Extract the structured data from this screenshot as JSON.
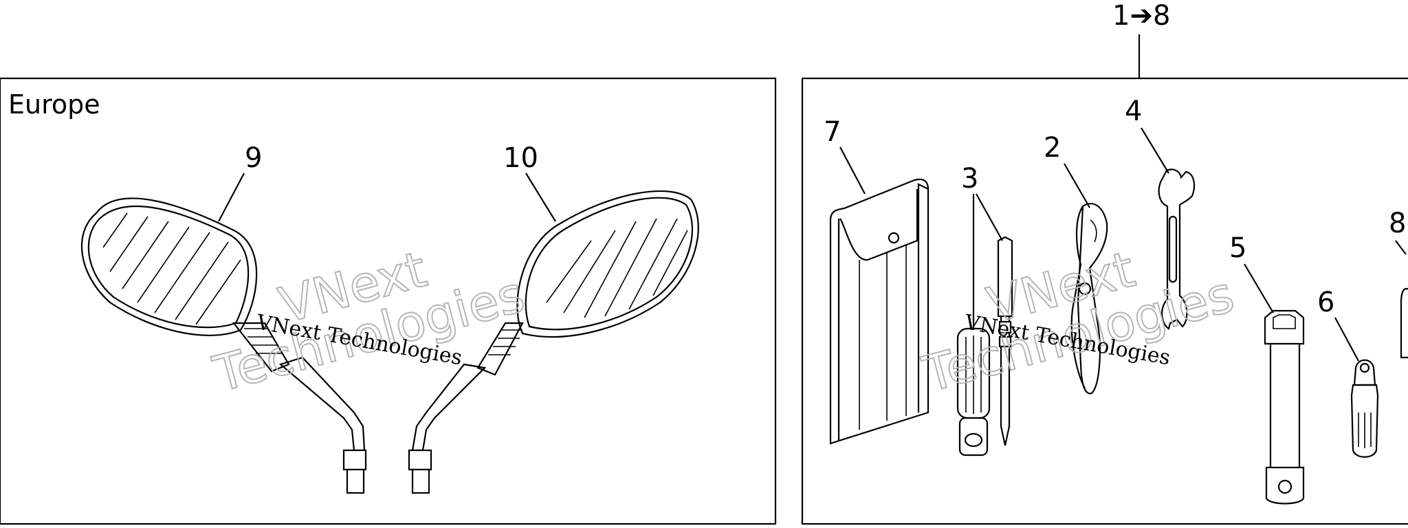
{
  "panels": {
    "left": {
      "region_label": "Europe"
    },
    "right": {
      "group_label": "1➔8"
    }
  },
  "callouts": {
    "c2": "2",
    "c3": "3",
    "c4": "4",
    "c5": "5",
    "c6": "6",
    "c7": "7",
    "c8": "8",
    "c9": "9",
    "c10": "10"
  },
  "watermark": {
    "big_line1": "VNext",
    "big_line2": "Technologies",
    "small": "VNext Technologies"
  }
}
